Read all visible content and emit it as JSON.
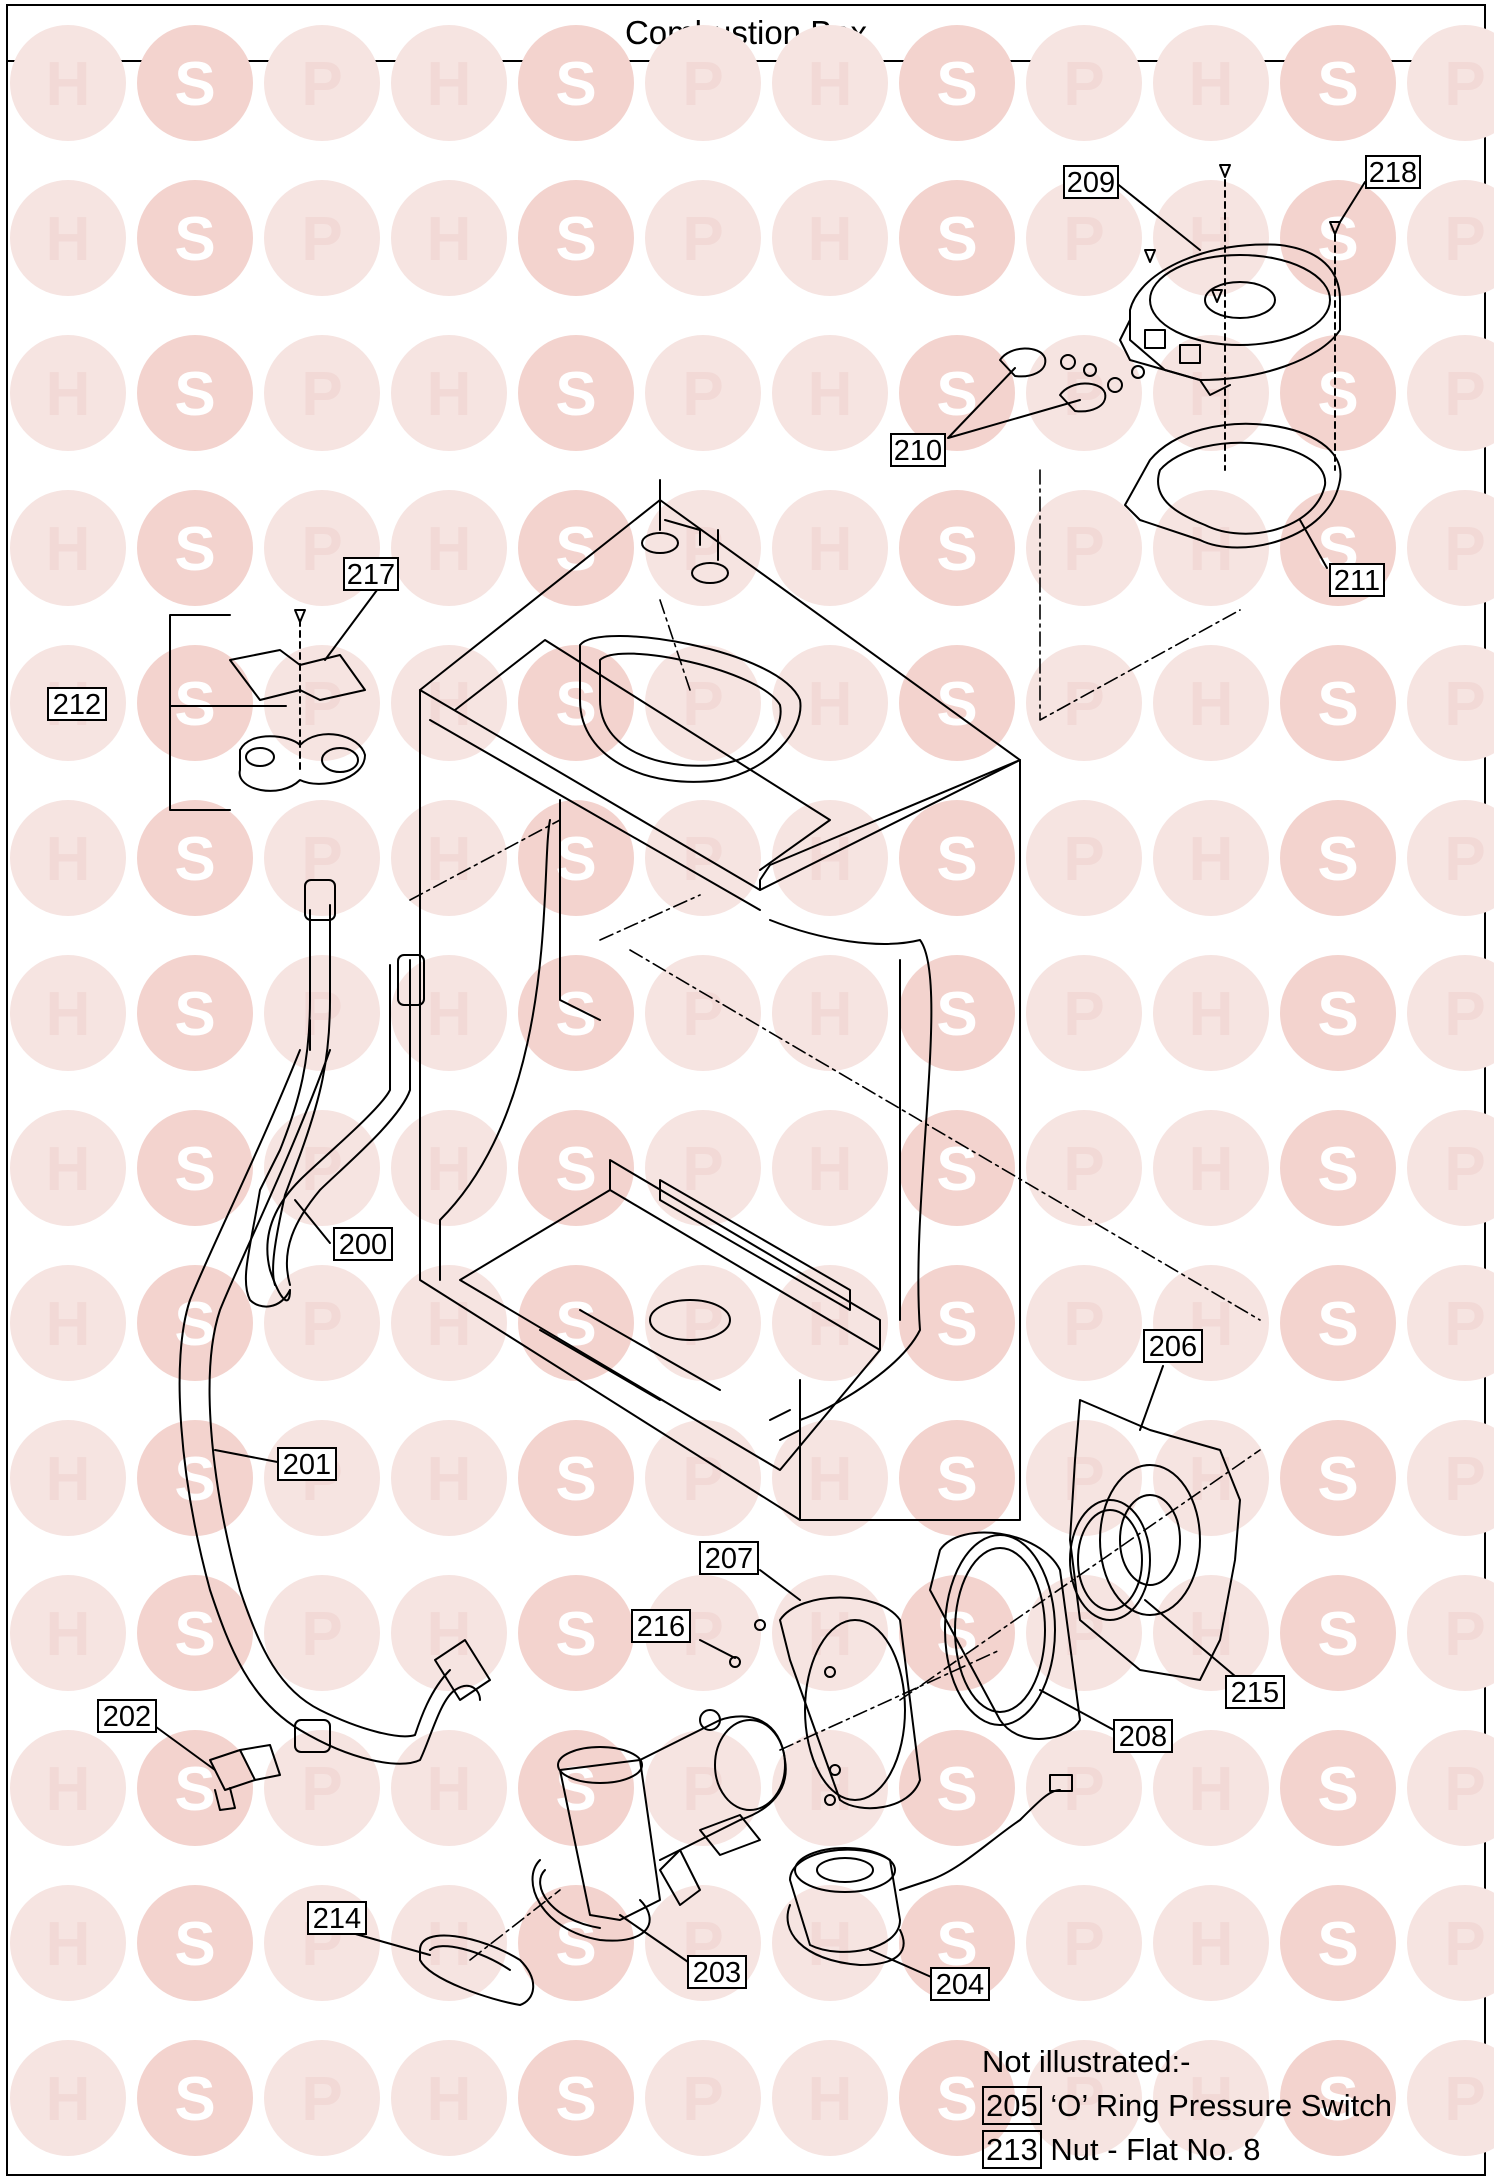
{
  "title": "Combustion Box",
  "watermark": {
    "letters": [
      "H",
      "S",
      "P"
    ],
    "color_light": "#f2d9d6",
    "color_circle": "#f6e4e1"
  },
  "callouts": [
    {
      "id": "c200",
      "label": "200"
    },
    {
      "id": "c201",
      "label": "201"
    },
    {
      "id": "c202",
      "label": "202"
    },
    {
      "id": "c203",
      "label": "203"
    },
    {
      "id": "c204",
      "label": "204"
    },
    {
      "id": "c206",
      "label": "206"
    },
    {
      "id": "c207",
      "label": "207"
    },
    {
      "id": "c208",
      "label": "208"
    },
    {
      "id": "c209",
      "label": "209"
    },
    {
      "id": "c210",
      "label": "210"
    },
    {
      "id": "c211",
      "label": "211"
    },
    {
      "id": "c212",
      "label": "212"
    },
    {
      "id": "c214",
      "label": "214"
    },
    {
      "id": "c215",
      "label": "215"
    },
    {
      "id": "c216",
      "label": "216"
    },
    {
      "id": "c217",
      "label": "217"
    },
    {
      "id": "c218",
      "label": "218"
    }
  ],
  "notes": {
    "heading": "Not illustrated:-",
    "items": [
      {
        "number": "205",
        "text": " ‘O’ Ring Pressure Switch"
      },
      {
        "number": "213",
        "text": " Nut - Flat No. 8"
      }
    ]
  }
}
